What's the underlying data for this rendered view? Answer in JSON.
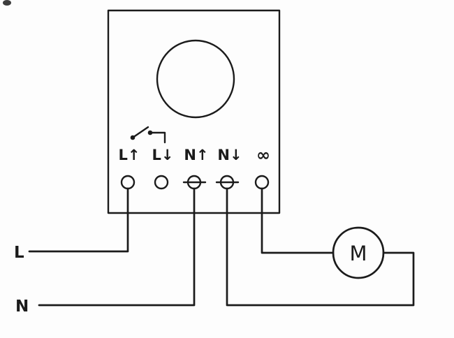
{
  "diagram": {
    "type": "wiring-schematic",
    "device": {
      "terminal_labels": [
        "L↑",
        "L↓",
        "N↑",
        "N↓",
        "∞"
      ]
    },
    "supply": {
      "line_label": "L",
      "neutral_label": "N"
    },
    "motor": {
      "label": "M"
    },
    "colors": {
      "ink": "#1b1b1b",
      "background": "#fdfdfd"
    }
  }
}
